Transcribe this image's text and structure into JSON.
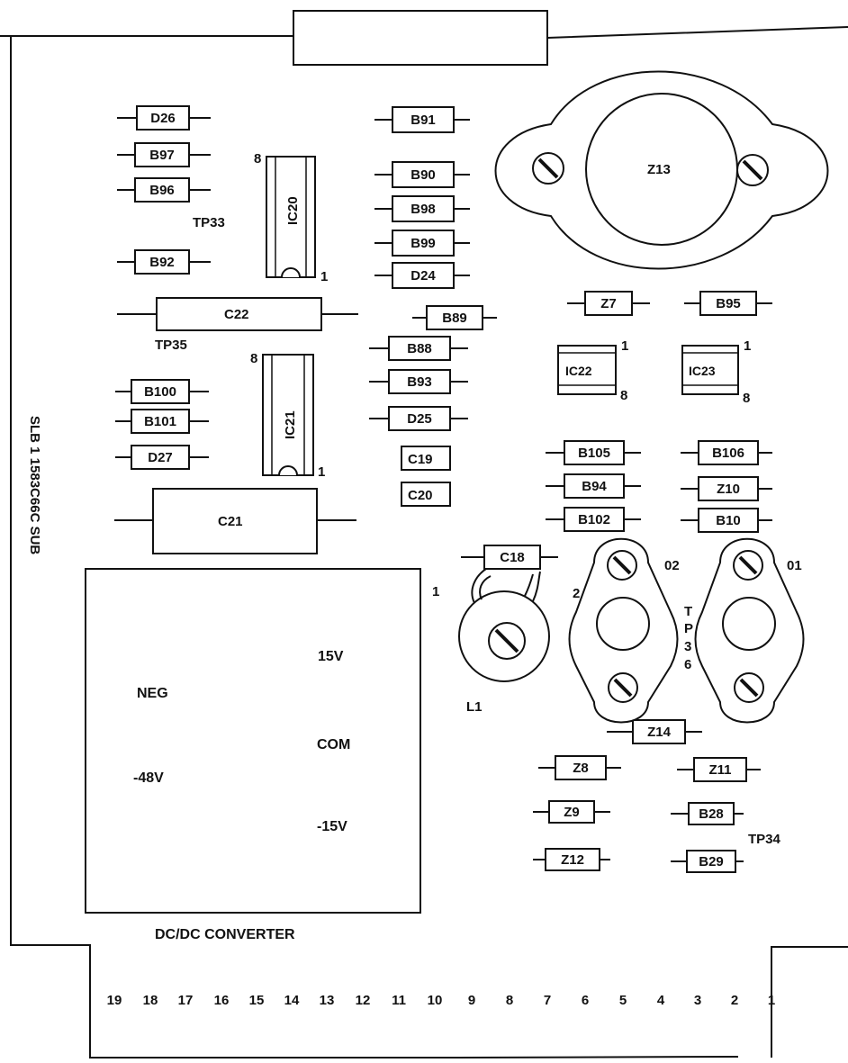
{
  "board": {
    "side_label": "SLB 1   1583C66C  SUB",
    "converter": {
      "title": "DC/DC CONVERTER",
      "pin1": "1",
      "neg": "NEG",
      "v_neg48": "-48V",
      "v_15": "15V",
      "com": "COM",
      "v_neg15": "-15V"
    },
    "components": [
      "D26",
      "B97",
      "B96",
      "B92",
      "B91",
      "B90",
      "B98",
      "B99",
      "D24",
      "B89",
      "B88",
      "B93",
      "D25",
      "B100",
      "B101",
      "D27",
      "Z7",
      "B95",
      "B105",
      "B106",
      "B94",
      "Z10",
      "B102",
      "B10",
      "C18",
      "Z14",
      "Z8",
      "Z11",
      "Z9",
      "B28",
      "Z12",
      "B29"
    ],
    "capacitors": {
      "c22": "C22",
      "c21": "C21",
      "c19": "C19",
      "c20": "C20"
    },
    "ics": {
      "ic20": "IC20",
      "ic21": "IC21",
      "ic22": "IC22",
      "ic23": "IC23",
      "pin_1": "1",
      "pin_8": "8"
    },
    "transistors": {
      "z13": "Z13",
      "q2": "02",
      "q1": "01",
      "q2_pin": "2"
    },
    "inductor": "L1",
    "test_points": {
      "tp33": "TP33",
      "tp35": "TP35",
      "tp34": "TP34",
      "tp36": [
        "T",
        "P",
        "3",
        "6"
      ]
    },
    "connector_pins": [
      "19",
      "18",
      "17",
      "16",
      "15",
      "14",
      "13",
      "12",
      "11",
      "10",
      "9",
      "8",
      "7",
      "6",
      "5",
      "4",
      "3",
      "2",
      "1"
    ]
  }
}
